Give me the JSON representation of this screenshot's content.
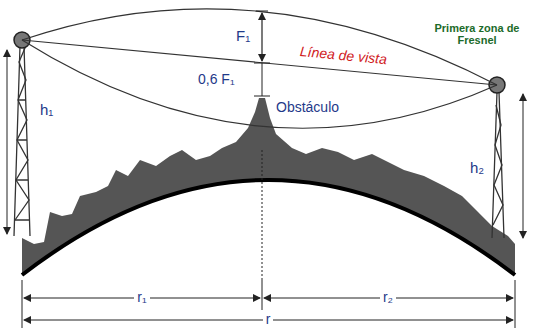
{
  "diagram": {
    "labels": [
      "F₁",
      "Primera zona de Fresnel",
      "Línea de vista",
      "0,6 F₁",
      "Obstáculo",
      "h₁",
      "h₂",
      "r₁",
      "r₂",
      "r"
    ]
  }
}
